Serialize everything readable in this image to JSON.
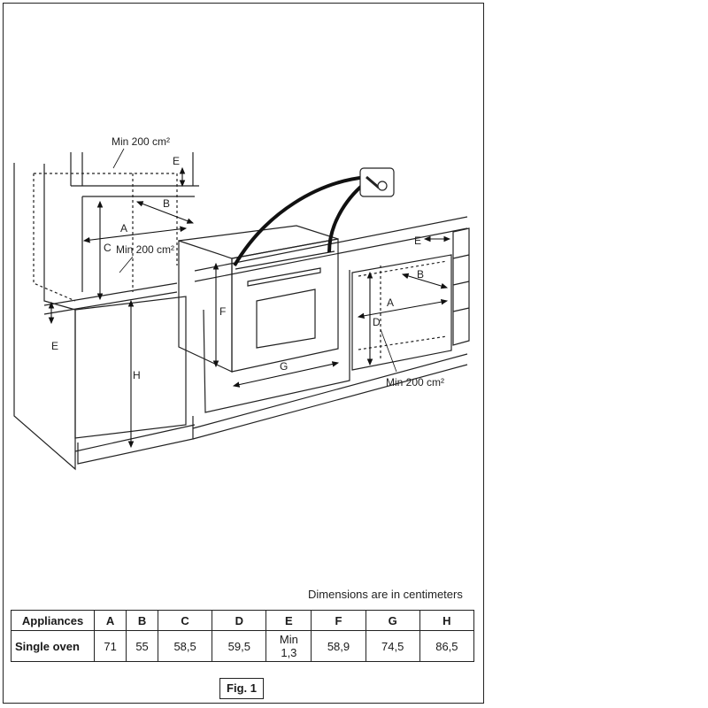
{
  "diagram": {
    "labels": {
      "min_area_top": "Min 200 cm²",
      "min_area_mid": "Min 200 cm²",
      "min_area_right": "Min 200 cm²",
      "a": "A",
      "b": "B",
      "c": "C",
      "d": "D",
      "e": "E",
      "f": "F",
      "g": "G",
      "h": "H"
    }
  },
  "dimensions_note": "Dimensions are in centimeters",
  "table": {
    "headers": [
      "Appliances",
      "A",
      "B",
      "C",
      "D",
      "E",
      "F",
      "G",
      "H"
    ],
    "rows": [
      {
        "label": "Single oven",
        "a": "71",
        "b": "55",
        "c": "58,5",
        "d": "59,5",
        "e_line1": "Min",
        "e_line2": "1,3",
        "f": "58,9",
        "g": "74,5",
        "h": "86,5"
      }
    ]
  },
  "figure_label": "Fig. 1"
}
